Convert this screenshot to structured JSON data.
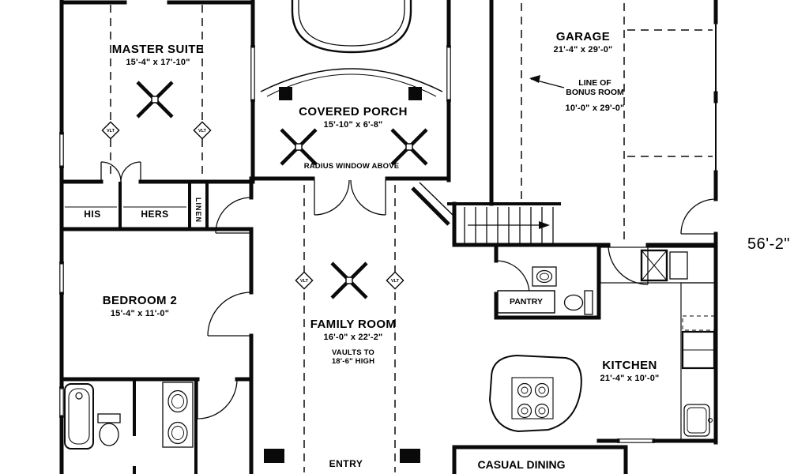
{
  "plan": {
    "rooms": {
      "master_suite": {
        "name": "MASTER SUITE",
        "dims": "15'-4\" x 17'-10\""
      },
      "covered_porch": {
        "name": "COVERED PORCH",
        "dims": "15'-10\" x 6'-8\"",
        "note": "RADIUS WINDOW ABOVE"
      },
      "garage": {
        "name": "GARAGE",
        "dims": "21'-4\" x 29'-0\""
      },
      "bonus_room": {
        "line1": "LINE OF",
        "line2": "BONUS ROOM",
        "dims": "10'-0\" x 29'-0\""
      },
      "his_closet": {
        "name": "HIS"
      },
      "hers_closet": {
        "name": "HERS"
      },
      "linen_closet": {
        "name": "LINEN"
      },
      "bedroom_2": {
        "name": "BEDROOM 2",
        "dims": "15'-4\" x 11'-0\""
      },
      "family_room": {
        "name": "FAMILY ROOM",
        "dims": "16'-0\" x 22'-2\"",
        "note1": "VAULTS TO",
        "note2": "18'-6\" HIGH"
      },
      "pantry": {
        "name": "PANTRY"
      },
      "kitchen": {
        "name": "KITCHEN",
        "dims": "21'-4\" x 10'-0\""
      },
      "entry": {
        "name": "ENTRY"
      },
      "casual_dining": {
        "name": "CASUAL DINING"
      }
    },
    "dimensions": {
      "overall_depth": "56'-2\""
    },
    "markers": {
      "vault": "VLT"
    }
  }
}
